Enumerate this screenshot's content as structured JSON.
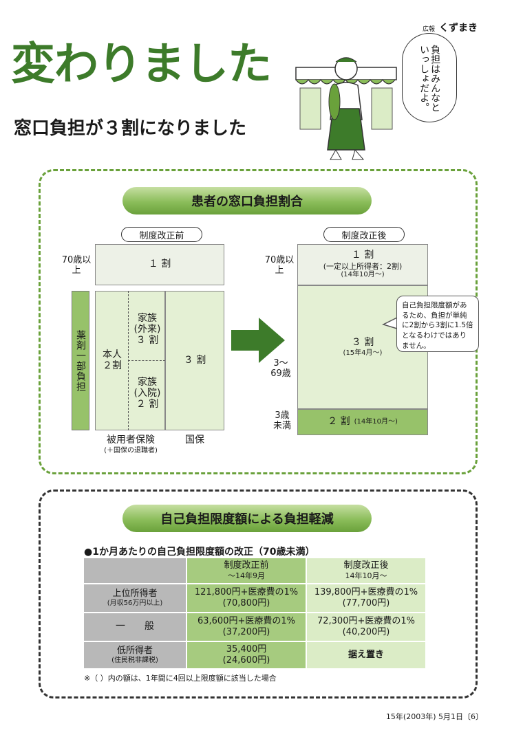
{
  "masthead": {
    "small": "広報",
    "name": "くずまき"
  },
  "headline": "変わりました",
  "subhead": "窓口負担が３割になりました",
  "bubble": "負担はみんなといっしょだよ。",
  "section1": {
    "title": "患者の窓口負担割合",
    "before": {
      "tag": "制度改正前",
      "age70": "70歳以上",
      "rate70": "１ 割",
      "drug_bar": "薬剤一部負担",
      "honnin": "本人\n２割",
      "family_out": "家族\n(外来)\n３ 割",
      "family_in": "家族\n(入院)\n２ 割",
      "kokuho_rate": "３ 割",
      "col1": "被用者保険",
      "col1_note": "(＋国保の退職者)",
      "col2": "国保"
    },
    "after": {
      "tag": "制度改正後",
      "age70": "70歳以上",
      "rate70": "１ 割",
      "rate70_note": "(一定以上所得者：2割)",
      "rate70_date": "(14年10月～)",
      "age3_69": "3～\n69歳",
      "rate3_69": "３ 割",
      "rate3_69_date": "(15年4月～)",
      "age_under3": "3歳\n未満",
      "rate_under3": "２ 割",
      "rate_under3_date": "(14年10月～)"
    },
    "note": "自己負担限度額があるため、負担が単純に2割から3割に1.5倍となるわけではありません。"
  },
  "section2": {
    "title": "自己負担限度額による負担軽減",
    "table_title": "●1か月あたりの自己負担限度額の改正（70歳未満）",
    "headers": {
      "before": "制度改正前",
      "before_period": "～14年9月",
      "after": "制度改正後",
      "after_period": "14年10月～"
    },
    "rows": [
      {
        "label": "上位所得者",
        "sub": "(月収56万円以上)",
        "before": "121,800円+医療費の1%",
        "before_sub": "(70,800円)",
        "after": "139,800円+医療費の1%",
        "after_sub": "(77,700円)"
      },
      {
        "label": "一　　般",
        "sub": "",
        "before": "63,600円+医療費の1%",
        "before_sub": "(37,200円)",
        "after": "72,300円+医療費の1%",
        "after_sub": "(40,200円)"
      },
      {
        "label": "低所得者",
        "sub": "(住民税非課税)",
        "before": "35,400円",
        "before_sub": "(24,600円)",
        "after": "据え置き",
        "after_sub": ""
      }
    ],
    "footnote": "※（ ）内の額は、1年間に4回以上限度額に該当した場合"
  },
  "footer": "15年(2003年) 5月1日〔6〕",
  "colors": {
    "green": "#3d7b2a",
    "accent": "#6aa13b"
  }
}
